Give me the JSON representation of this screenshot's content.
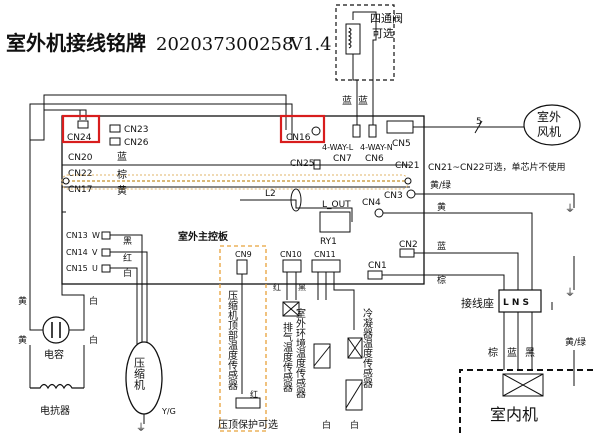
{
  "title": {
    "text": "室外机接线铭牌",
    "code": "202037300258",
    "version": "V1.4"
  },
  "board": {
    "label": "室外主控板"
  },
  "connectors": {
    "cn24": "CN24",
    "cn23": "CN23",
    "cn26": "CN26",
    "cn16": "CN16",
    "cn25": "CN25",
    "cn7": "CN7",
    "cn6": "CN6",
    "cn5": "CN5",
    "cn20": "CN20",
    "cn22": "CN22",
    "cn17": "CN17",
    "cn21": "CN21",
    "cn3": "CN3",
    "cn4": "CN4",
    "cn2": "CN2",
    "cn1": "CN1",
    "cn13": "CN13",
    "cn14": "CN14",
    "cn15": "CN15",
    "cn9": "CN9",
    "cn10": "CN10",
    "cn11": "CN11"
  },
  "pins": {
    "w": "W",
    "v": "V",
    "u": "U",
    "way_l": "4-WAY-L",
    "way_n": "4-WAY-N",
    "l_out": "L_OUT",
    "ry1": "RY1",
    "l2": "L2"
  },
  "valve": {
    "line1": "四通阀",
    "line2": "可选"
  },
  "fan": {
    "line1": "室外",
    "line2": "风机"
  },
  "note": "CN21~CN22可选，单芯片不使用",
  "wire_colors": {
    "blue": "蓝",
    "brown": "棕",
    "yellow": "黄",
    "black": "黑",
    "red": "红",
    "white": "白",
    "yellow_green": "黄/绿",
    "five": "5"
  },
  "components": {
    "terminal_block": "接线座",
    "terminal_pins": "L N S",
    "indoor": "室内机",
    "capacitor": "电容",
    "reactor": "电抗器",
    "compressor": "压缩机",
    "ground": "Y/G",
    "top_sensor": "压缩机顶部温度传感器",
    "top_protector": "压顶保护可选",
    "exhaust_sensor": "排气温度传感器",
    "ambient_sensor": "室外环境温度传感器",
    "condenser_sensor": "冷凝器温度传感器"
  }
}
